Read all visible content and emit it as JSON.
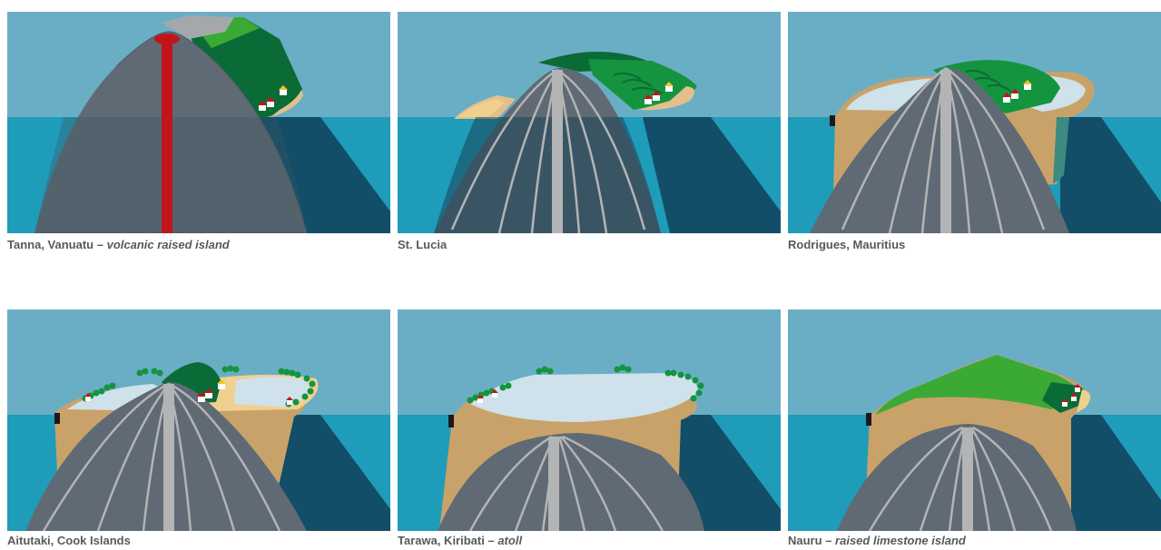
{
  "colors": {
    "sky": "#6aaec5",
    "sea": "#1f9cba",
    "deep": "#124e67",
    "rock": "#5f6a74",
    "conduit": "#b3b4b5",
    "lava": "#c1151b",
    "dark_green": "#0a6b37",
    "green": "#14943e",
    "light_green": "#3aaa35",
    "sand": "#f0d08e",
    "limestone": "#c9a26a",
    "lagoon": "#cfe1ea",
    "caption_text": "#58595b"
  },
  "panels": [
    {
      "id": "tanna",
      "name": "Tanna, Vanuatu",
      "sep": "–",
      "type": "volcanic raised island"
    },
    {
      "id": "stlucia",
      "name": "St. Lucia",
      "sep": "",
      "type": ""
    },
    {
      "id": "rodrigues",
      "name": "Rodrigues, Mauritius",
      "sep": "",
      "type": ""
    },
    {
      "id": "aitutaki",
      "name": "Aitutaki, Cook Islands",
      "sep": "",
      "type": ""
    },
    {
      "id": "tarawa",
      "name": "Tarawa, Kiribati",
      "sep": "–",
      "type": "atoll"
    },
    {
      "id": "nauru",
      "name": "Nauru",
      "sep": "–",
      "type": "raised limestone island"
    }
  ]
}
